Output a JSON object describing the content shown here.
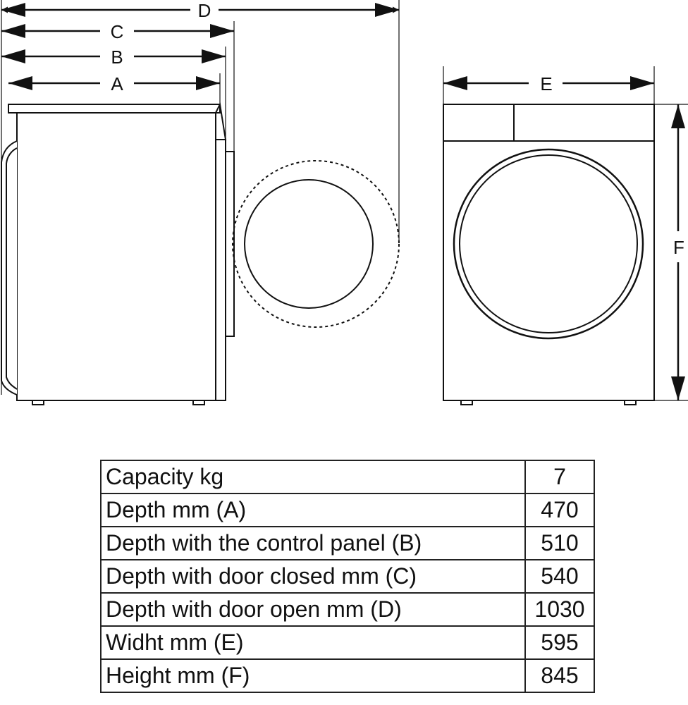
{
  "dimension_labels": {
    "a": "A",
    "b": "B",
    "c": "C",
    "d": "D",
    "e": "E",
    "f": "F"
  },
  "specs": {
    "rows": [
      {
        "label": "Capacity kg",
        "value": "7"
      },
      {
        "label": "Depth mm (A)",
        "value": "470"
      },
      {
        "label": "Depth with the control panel (B)",
        "value": "510"
      },
      {
        "label": "Depth with door closed mm (C)",
        "value": "540"
      },
      {
        "label": "Depth with door open mm (D)",
        "value": "1030"
      },
      {
        "label": "Widht mm (E)",
        "value": "595"
      },
      {
        "label": "Height mm (F)",
        "value": "845"
      }
    ]
  }
}
